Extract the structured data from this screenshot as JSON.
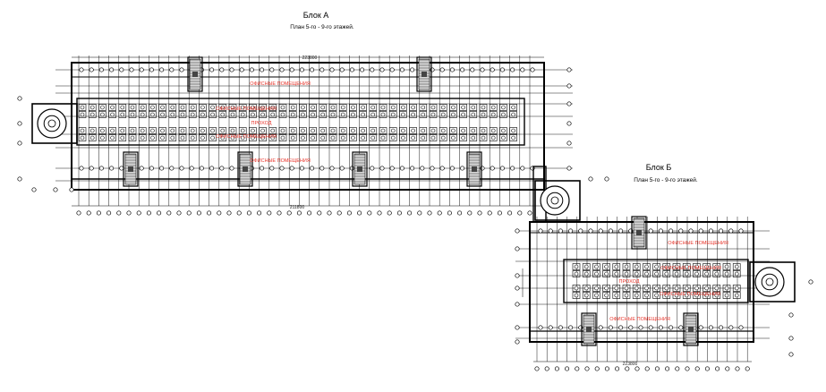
{
  "block_a": {
    "title": "Блок А",
    "subtitle": "План 5-го - 9-го этажей.",
    "dimension_top": "223800",
    "dimension_bottom": "211800",
    "zones": [
      "ОФИСНЫЕ ПОМЕЩЕНИЯ",
      "ОФИСНЫЕ ПОМЕЩЕНИЯ",
      "ПРОХОД",
      "ОФИСНЫЕ ПОМЕЩЕНИЯ",
      "ОФИСНЫЕ ПОМЕЩЕНИЯ"
    ]
  },
  "block_b": {
    "title": "Блок Б",
    "subtitle": "План 5-го - 9-го этажей.",
    "dimension_bottom": "223800",
    "zones": [
      "ОФИСНЫЕ ПОМЕЩЕНИЯ",
      "ОФИСНЫЕ ПОМЕЩЕНИЯ",
      "ПРОХОД",
      "ОФИСНЫЕ ПОМЕЩЕНИЯ",
      "ОФИСНЫЕ ПОМЕЩЕНИЯ"
    ]
  },
  "colors": {
    "line": "#000000",
    "zone_text": "#e8342a",
    "hatch": "#444444"
  }
}
